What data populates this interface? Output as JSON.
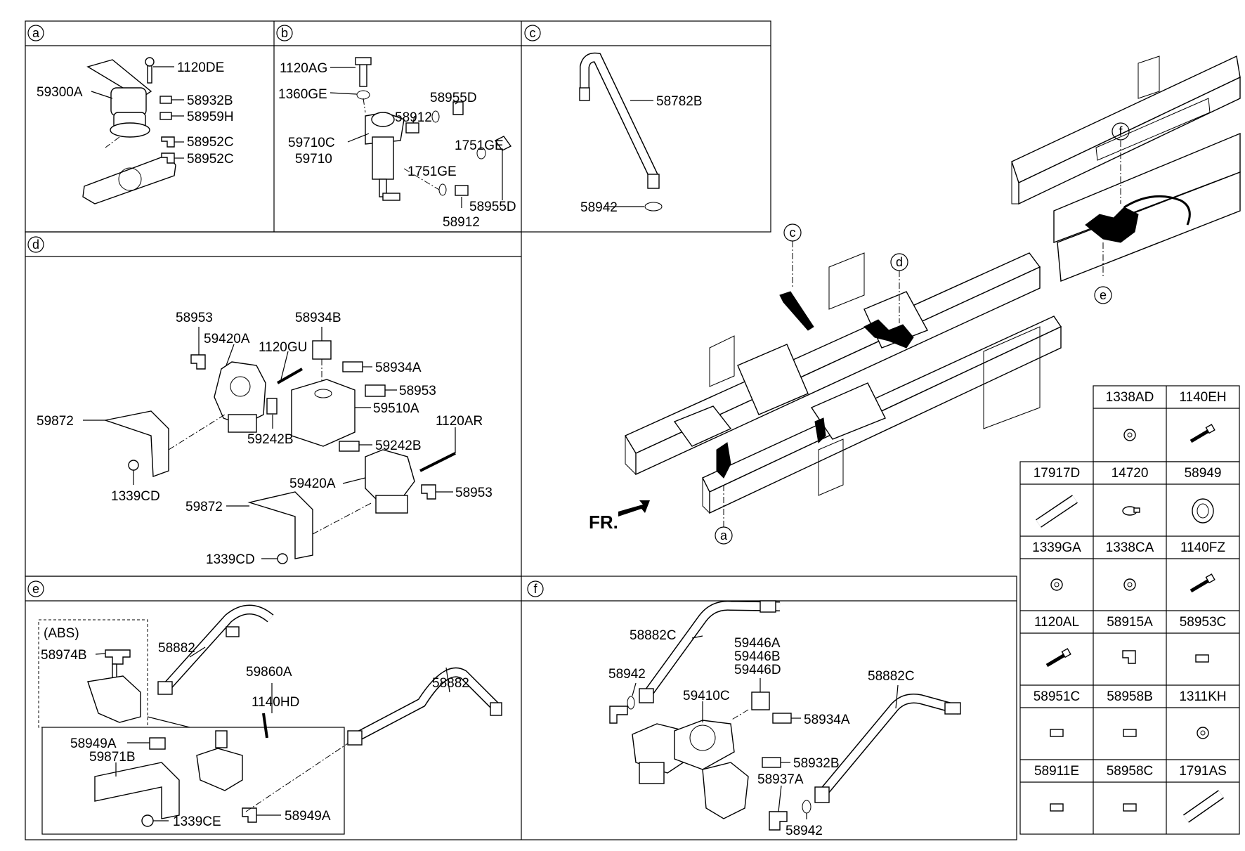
{
  "sections": {
    "a": {
      "letter": "a",
      "labels": {
        "p1": "1120DE",
        "p2": "58932B",
        "p3": "59300A",
        "p4": "58959H",
        "p5": "58952C",
        "p6": "58952C"
      }
    },
    "b": {
      "letter": "b",
      "labels": {
        "p1": "1120AG",
        "p2": "1360GE",
        "p3": "58955D",
        "p4": "58912",
        "p5": "59710C",
        "p6": "59710",
        "p7": "1751GE",
        "p8": "1751GE",
        "p9": "58955D",
        "p10": "58912"
      }
    },
    "c": {
      "letter": "c",
      "labels": {
        "p1": "58782B",
        "p2": "58942"
      }
    },
    "d": {
      "letter": "d",
      "labels": {
        "p1": "58953",
        "p2": "59420A",
        "p3": "58934B",
        "p4": "1120GU",
        "p5": "58934A",
        "p6": "58953",
        "p7": "59510A",
        "p8": "59872",
        "p9": "59242B",
        "p10": "1120AR",
        "p11": "59242B",
        "p12": "1339CD",
        "p13": "59420A",
        "p14": "58953",
        "p15": "59872",
        "p16": "1339CD"
      }
    },
    "e": {
      "letter": "e",
      "labels": {
        "abs": "(ABS)",
        "p1": "58974B",
        "p2": "58882",
        "p3": "59860A",
        "p4": "1140HD",
        "p5": "58882",
        "p6": "58949A",
        "p7": "59871B",
        "p8": "58949A",
        "p9": "1339CE"
      }
    },
    "f": {
      "letter": "f",
      "labels": {
        "p1": "58882C",
        "p2": "59446A",
        "p3": "59446B",
        "p4": "59446D",
        "p5": "58942",
        "p6": "59410C",
        "p7": "58882C",
        "p8": "58934A",
        "p9": "58932B",
        "p10": "58937A",
        "p11": "58942"
      }
    }
  },
  "overview": {
    "fr_label": "FR.",
    "callouts": {
      "a": "a",
      "c": "c",
      "d": "d",
      "e": "e",
      "f": "f"
    }
  },
  "parts_table": {
    "rows": [
      [
        "1338AD",
        "1140EH"
      ],
      [
        "17917D",
        "14720",
        "58949"
      ],
      [
        "1339GA",
        "1338CA",
        "1140FZ"
      ],
      [
        "1120AL",
        "58915A",
        "58953C"
      ],
      [
        "58951C",
        "58958B",
        "1311KH"
      ],
      [
        "58911E",
        "58958C",
        "1791AS"
      ]
    ]
  }
}
